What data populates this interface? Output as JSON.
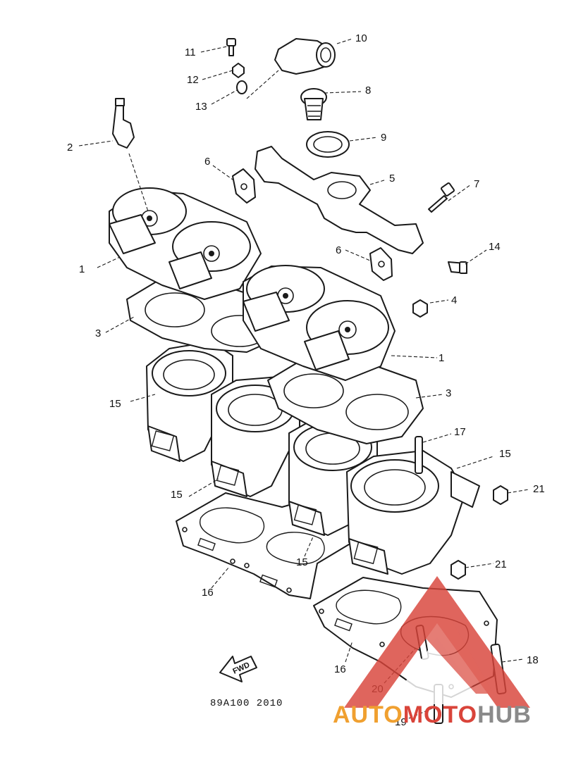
{
  "diagram": {
    "part_code": "89A100 2010",
    "fwd_label": "FWD",
    "callouts": [
      {
        "id": "c1a",
        "text": "1"
      },
      {
        "id": "c1b",
        "text": "1"
      },
      {
        "id": "c2",
        "text": "2"
      },
      {
        "id": "c3a",
        "text": "3"
      },
      {
        "id": "c3b",
        "text": "3"
      },
      {
        "id": "c4",
        "text": "4"
      },
      {
        "id": "c5",
        "text": "5"
      },
      {
        "id": "c6a",
        "text": "6"
      },
      {
        "id": "c6b",
        "text": "6"
      },
      {
        "id": "c7",
        "text": "7"
      },
      {
        "id": "c8",
        "text": "8"
      },
      {
        "id": "c9",
        "text": "9"
      },
      {
        "id": "c10",
        "text": "10"
      },
      {
        "id": "c11",
        "text": "11"
      },
      {
        "id": "c12",
        "text": "12"
      },
      {
        "id": "c13",
        "text": "13"
      },
      {
        "id": "c14",
        "text": "14"
      },
      {
        "id": "c15a",
        "text": "15"
      },
      {
        "id": "c15b",
        "text": "15"
      },
      {
        "id": "c15c",
        "text": "15"
      },
      {
        "id": "c15d",
        "text": "15"
      },
      {
        "id": "c16a",
        "text": "16"
      },
      {
        "id": "c16b",
        "text": "16"
      },
      {
        "id": "c17",
        "text": "17"
      },
      {
        "id": "c18",
        "text": "18"
      },
      {
        "id": "c19",
        "text": "19"
      },
      {
        "id": "c20",
        "text": "20"
      },
      {
        "id": "c21a",
        "text": "21"
      },
      {
        "id": "c21b",
        "text": "21"
      }
    ]
  },
  "watermark": {
    "part1": "AUTO",
    "part2": "MOTO",
    "part3": "HUB",
    "colors": {
      "red": "#d9443a",
      "orange": "#f0a030",
      "gray": "#8a8a8a"
    }
  }
}
